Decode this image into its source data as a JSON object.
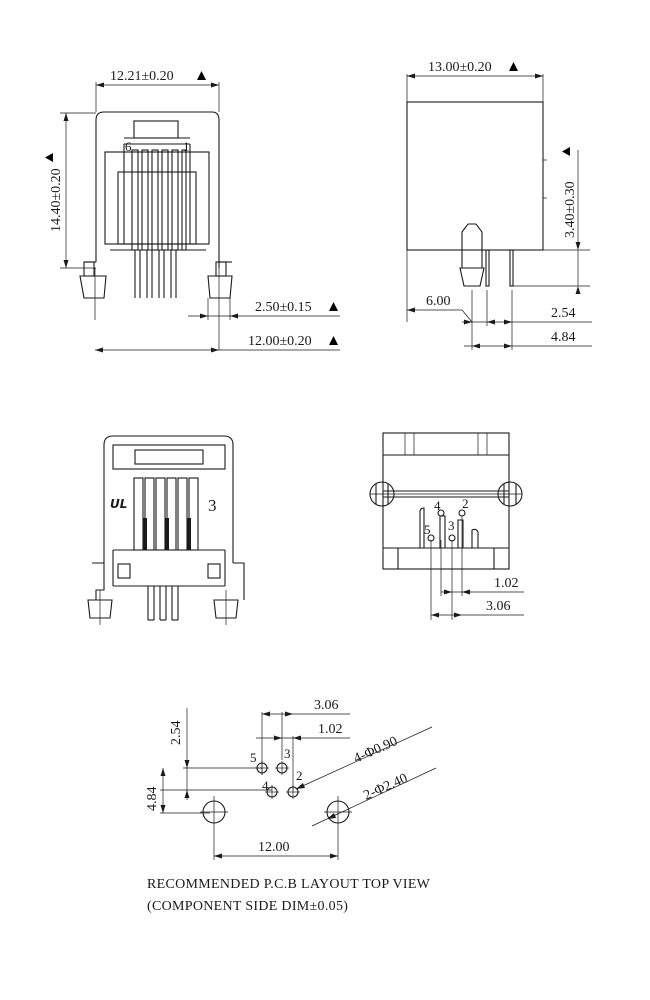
{
  "front_view": {
    "width_dim": "12.21±0.20",
    "height_dim": "14.40±0.20",
    "pin_first": "6",
    "pin_last": "1",
    "peg_dim": "2.50±0.15",
    "peg_span_dim": "12.00±0.20"
  },
  "side_view": {
    "width_dim": "13.00±0.20",
    "height_dim": "3.40±0.30",
    "offset_dim": "6.00",
    "pitch_dim_a": "2.54",
    "pitch_dim_b": "4.84"
  },
  "back_view": {
    "mark": "3",
    "ul_mark": "UL"
  },
  "bottom_view": {
    "pin_labels": [
      "4",
      "2",
      "5",
      "3"
    ],
    "dim_a": "1.02",
    "dim_b": "3.06"
  },
  "pcb_layout": {
    "dim_top_outer": "3.06",
    "dim_top_inner": "1.02",
    "dim_left_upper": "2.54",
    "dim_left_lower": "4.84",
    "small_hole_callout": "4-Φ0.90",
    "large_hole_callout": "2-Φ2.40",
    "span_dim": "12.00",
    "pin_labels": [
      "5",
      "3",
      "4",
      "2"
    ],
    "caption_line1": "RECOMMENDED P.C.B LAYOUT TOP VIEW",
    "caption_line2": "(COMPONENT SIDE DIM±0.05)"
  },
  "colors": {
    "ink": "#1a1a1a",
    "paper": "#ffffff"
  }
}
